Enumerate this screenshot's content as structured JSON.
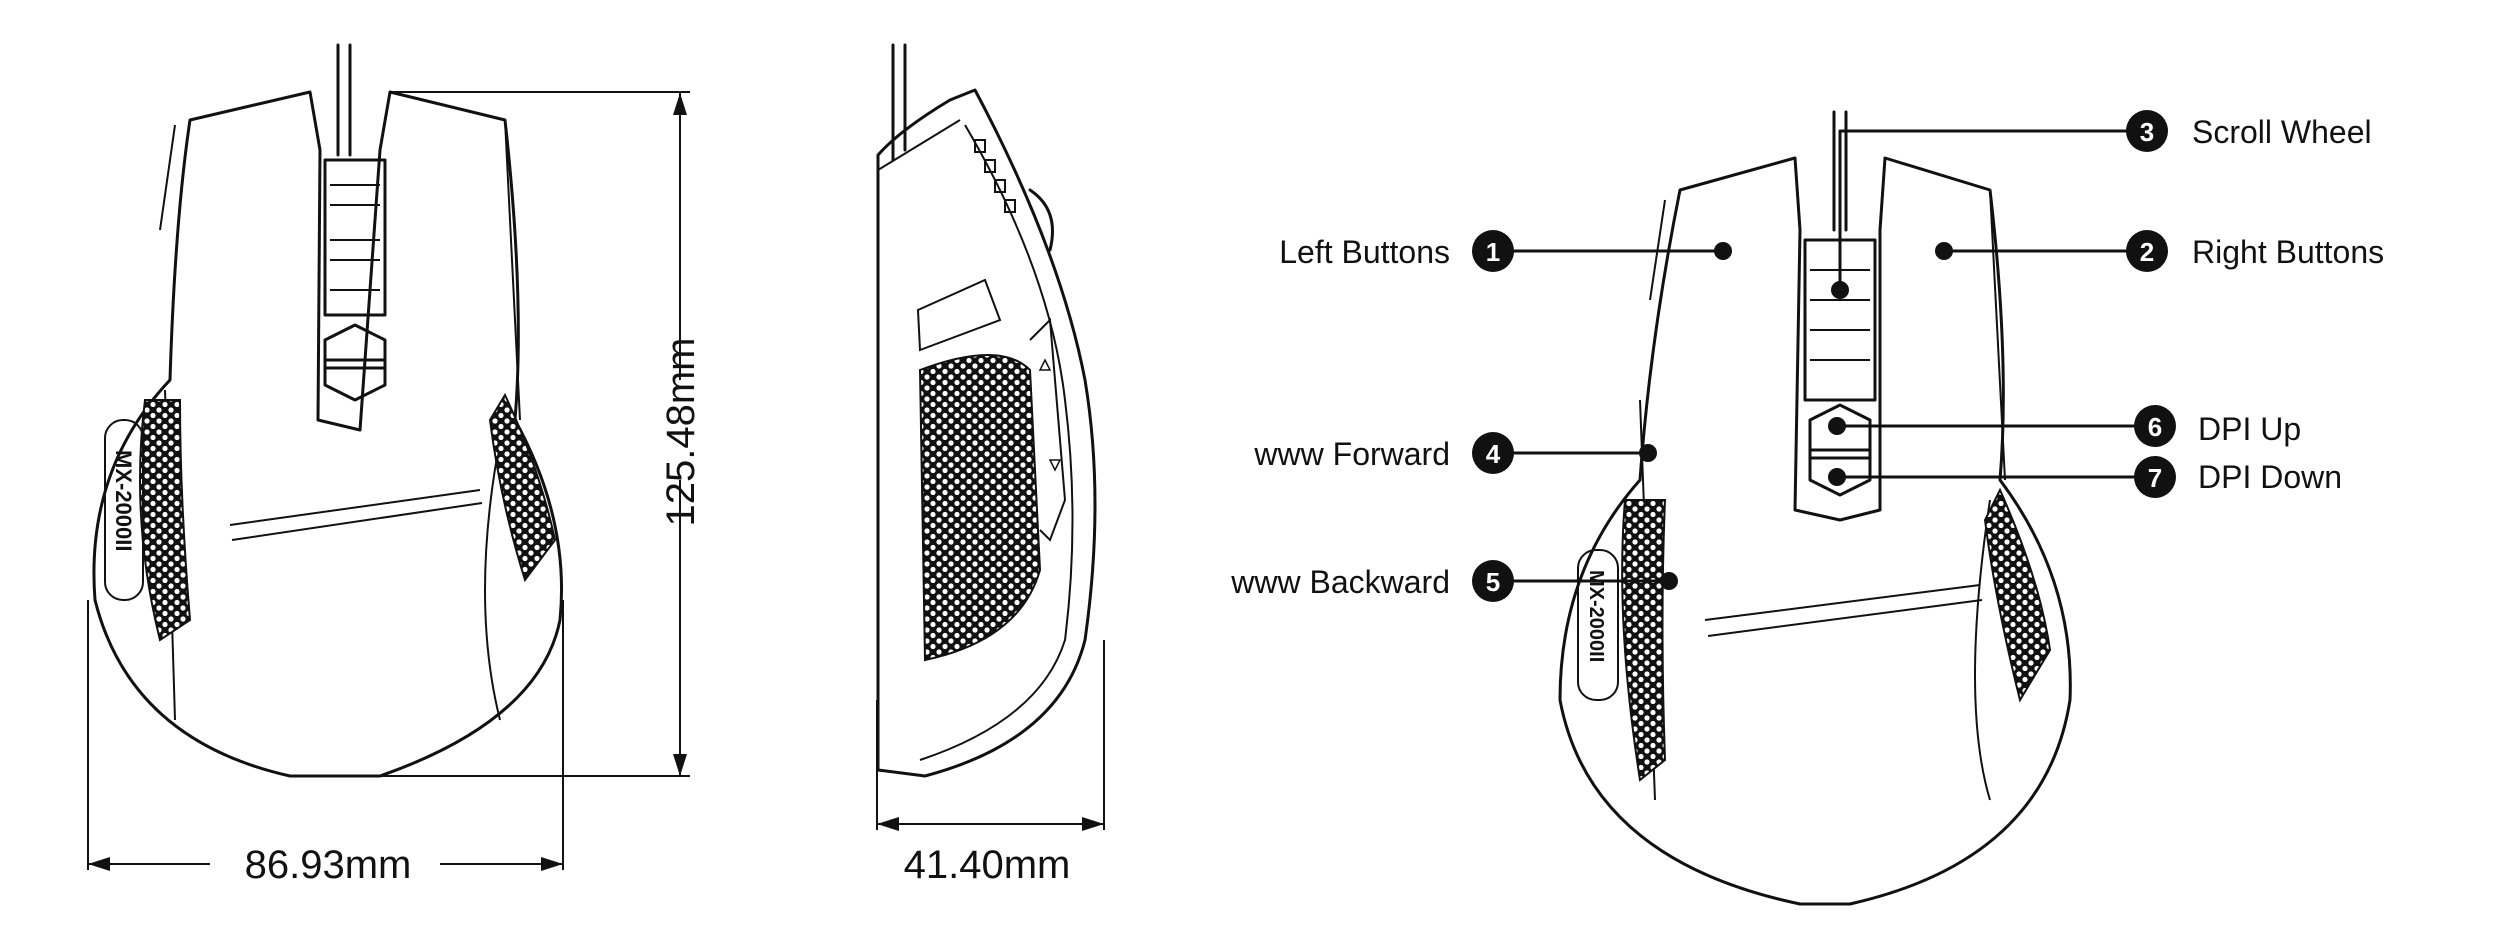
{
  "dimensions": {
    "length": "125.48mm",
    "width": "86.93mm",
    "height": "41.40mm"
  },
  "model_badge": "MX-2000II",
  "callouts": [
    {
      "number": "1",
      "label": "Left Buttons"
    },
    {
      "number": "2",
      "label": "Right Buttons"
    },
    {
      "number": "3",
      "label": "Scroll Wheel"
    },
    {
      "number": "4",
      "label": "www Forward"
    },
    {
      "number": "5",
      "label": "www Backward"
    },
    {
      "number": "6",
      "label": "DPI Up"
    },
    {
      "number": "7",
      "label": "DPI Down"
    }
  ],
  "colors": {
    "line": "#111111",
    "background": "#ffffff"
  }
}
